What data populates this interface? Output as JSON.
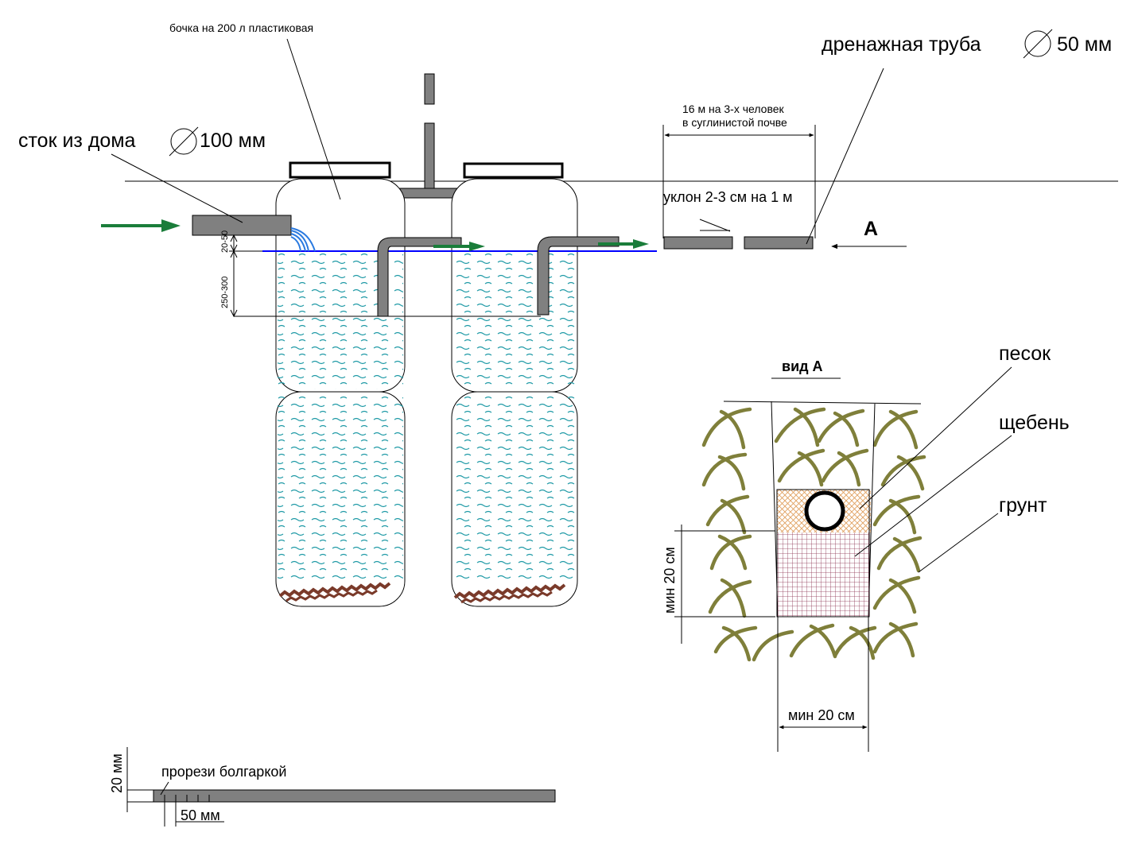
{
  "labels": {
    "barrel": "бочка на 200 л пластиковая",
    "drain_pipe": "дренажная труба",
    "drain_pipe_diameter": "50 мм",
    "house_outflow": "сток из дома",
    "house_outflow_diameter": "100 мм",
    "length_line1": "16 м на 3-х человек",
    "length_line2": "в суглинистой почве",
    "slope": "уклон 2-3 см на 1 м",
    "view_marker": "А",
    "dim_gap": "20-50",
    "dim_depth": "250-300",
    "view_title": "вид А",
    "sand": "песок",
    "gravel": "щебень",
    "soil": "грунт",
    "min_height": "мин 20 см",
    "min_width": "мин 20 см",
    "slot_height": "20 мм",
    "slots": "прорези болгаркой",
    "slot_spacing": "50 мм"
  },
  "colors": {
    "pipe": "#808080",
    "water_line": "#0000ff",
    "water_wave": "#1f9aa6",
    "flow_arrow": "#1a7d3a",
    "sediment": "#7a3a2a",
    "soil": "#7f7f3a",
    "sand": "#e0a060",
    "gravel": "#8a3050"
  }
}
